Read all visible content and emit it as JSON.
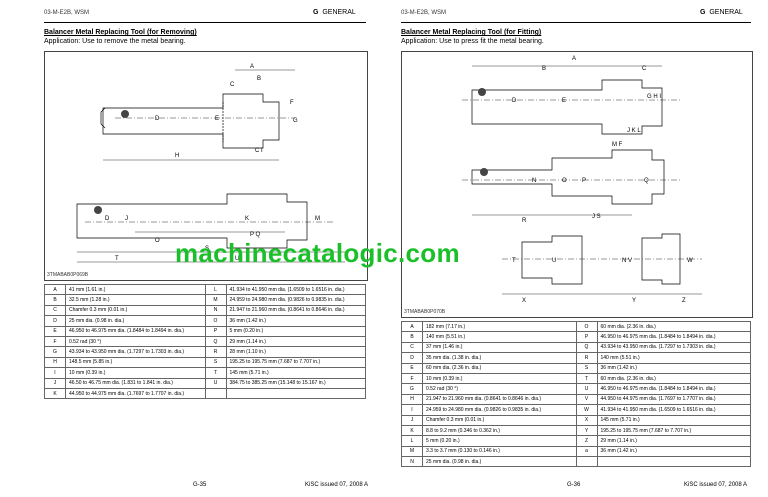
{
  "header": {
    "doc_code": "03-M-E2B, WSM",
    "section_letter": "G",
    "section_name": "GENERAL"
  },
  "left": {
    "title": "Balancer Metal Replacing Tool (for Removing)",
    "application": "Application:  Use to remove the metal bearing.",
    "figure_code": "3TMABAB0P069B",
    "rows": [
      {
        "k1": "A",
        "v1": "41 mm (1.61 in.)",
        "k2": "L",
        "v2": "41.934 to 41.950 mm dia. (1.6509 to 1.6516 in. dia.)"
      },
      {
        "k1": "B",
        "v1": "32.5 mm (1.28 in.)",
        "k2": "M",
        "v2": "24.959 to 24.980 mm dia. (0.9826 to 0.9835 in. dia.)"
      },
      {
        "k1": "C",
        "v1": "Chamfer 0.3 mm (0.01 in.)",
        "k2": "N",
        "v2": "21.947 to 21.960 mm dia. (0.8641 to 0.8646 in. dia.)"
      },
      {
        "k1": "D",
        "v1": "25 mm dia. (0.98 in. dia.)",
        "k2": "O",
        "v2": "36 mm (1.42 in.)"
      },
      {
        "k1": "E",
        "v1": "46.950 to 46.975 mm dia. (1.8484 to 1.8494 in. dia.)",
        "k2": "P",
        "v2": "5 mm (0.20 in.)"
      },
      {
        "k1": "F",
        "v1": "0.52 rad (30 °)",
        "k2": "Q",
        "v2": "29 mm (1.14 in.)"
      },
      {
        "k1": "G",
        "v1": "43.934 to 43.950 mm dia. (1.7297 to 1.7303 in. dia.)",
        "k2": "R",
        "v2": "28 mm (1.10 in.)"
      },
      {
        "k1": "H",
        "v1": "148.5 mm (5.85 in.)",
        "k2": "S",
        "v2": "195.25 to 195.75 mm (7.687 to 7.707 in.)"
      },
      {
        "k1": "I",
        "v1": "10 mm (0.39 in.)",
        "k2": "T",
        "v2": "145 mm (5.71 in.)"
      },
      {
        "k1": "J",
        "v1": "46.50 to 46.75 mm dia. (1.831 to 1.841 in. dia.)",
        "k2": "U",
        "v2": "384.75 to 385.25 mm (15.148 to 15.167 in.)"
      },
      {
        "k1": "K",
        "v1": "44.950 to 44.975 mm dia. (1.7697 to 1.7707 in. dia.)",
        "k2": "",
        "v2": ""
      }
    ],
    "page_no": "G-35",
    "issue": "KiSC issued 07, 2008 A"
  },
  "right": {
    "title": "Balancer Metal Replacing Tool (for Fitting)",
    "application": "Application:  Use to press fit the metal bearing.",
    "figure_code": "3TMABAB0P070B",
    "rows": [
      {
        "k1": "A",
        "v1": "182 mm (7.17 in.)",
        "k2": "O",
        "v2": "60 mm dia. (2.36 in. dia.)"
      },
      {
        "k1": "B",
        "v1": "140 mm (5.51 in.)",
        "k2": "P",
        "v2": "46.950 to 46.975 mm dia. (1.8484 to 1.8494 in. dia.)"
      },
      {
        "k1": "C",
        "v1": "37 mm (1.46 in.)",
        "k2": "Q",
        "v2": "43.934 to 43.950 mm dia. (1.7297 to 1.7303 in. dia.)"
      },
      {
        "k1": "D",
        "v1": "35 mm dia. (1.38 in. dia.)",
        "k2": "R",
        "v2": "140 mm (5.51 in.)"
      },
      {
        "k1": "E",
        "v1": "60 mm dia. (2.36 in. dia.)",
        "k2": "S",
        "v2": "36 mm (1.42 in.)"
      },
      {
        "k1": "F",
        "v1": "10 mm (0.39 in.)",
        "k2": "T",
        "v2": "60 mm dia. (2.36 in. dia.)"
      },
      {
        "k1": "G",
        "v1": "0.52 rad (30 °)",
        "k2": "U",
        "v2": "46.950 to 46.975 mm dia. (1.8484 to 1.8494 in. dia.)"
      },
      {
        "k1": "H",
        "v1": "21.947 to 21.960 mm dia. (0.8641 to 0.8646 in. dia.)",
        "k2": "V",
        "v2": "44.950 to 44.975 mm dia. (1.7697 to 1.7707 in. dia.)"
      },
      {
        "k1": "I",
        "v1": "24.959 to 24.980 mm dia. (0.9826 to 0.9835 in. dia.)",
        "k2": "W",
        "v2": "41.934 to 41.950 mm dia. (1.6509 to 1.6516 in. dia.)"
      },
      {
        "k1": "J",
        "v1": "Chamfer 0.3 mm (0.01 in.)",
        "k2": "X",
        "v2": "145 mm (5.71 in.)"
      },
      {
        "k1": "K",
        "v1": "8.8 to 9.2 mm (0.346 to 0.362 in.)",
        "k2": "Y",
        "v2": "195.25 to 195.75 mm (7.687 to 7.707 in.)"
      },
      {
        "k1": "L",
        "v1": "5 mm (0.20 in.)",
        "k2": "Z",
        "v2": "29 mm (1.14 in.)"
      },
      {
        "k1": "M",
        "v1": "3.3 to 3.7 mm (0.130 to 0.146 in.)",
        "k2": "a",
        "v2": "36 mm (1.42 in.)"
      },
      {
        "k1": "N",
        "v1": "25 mm dia. (0.98 in. dia.)",
        "k2": "",
        "v2": ""
      }
    ],
    "page_no": "G-36",
    "issue": "KiSC issued 07, 2008 A"
  },
  "watermark": "machinecatalogic.com",
  "watermark_color": "#1bbf2a"
}
